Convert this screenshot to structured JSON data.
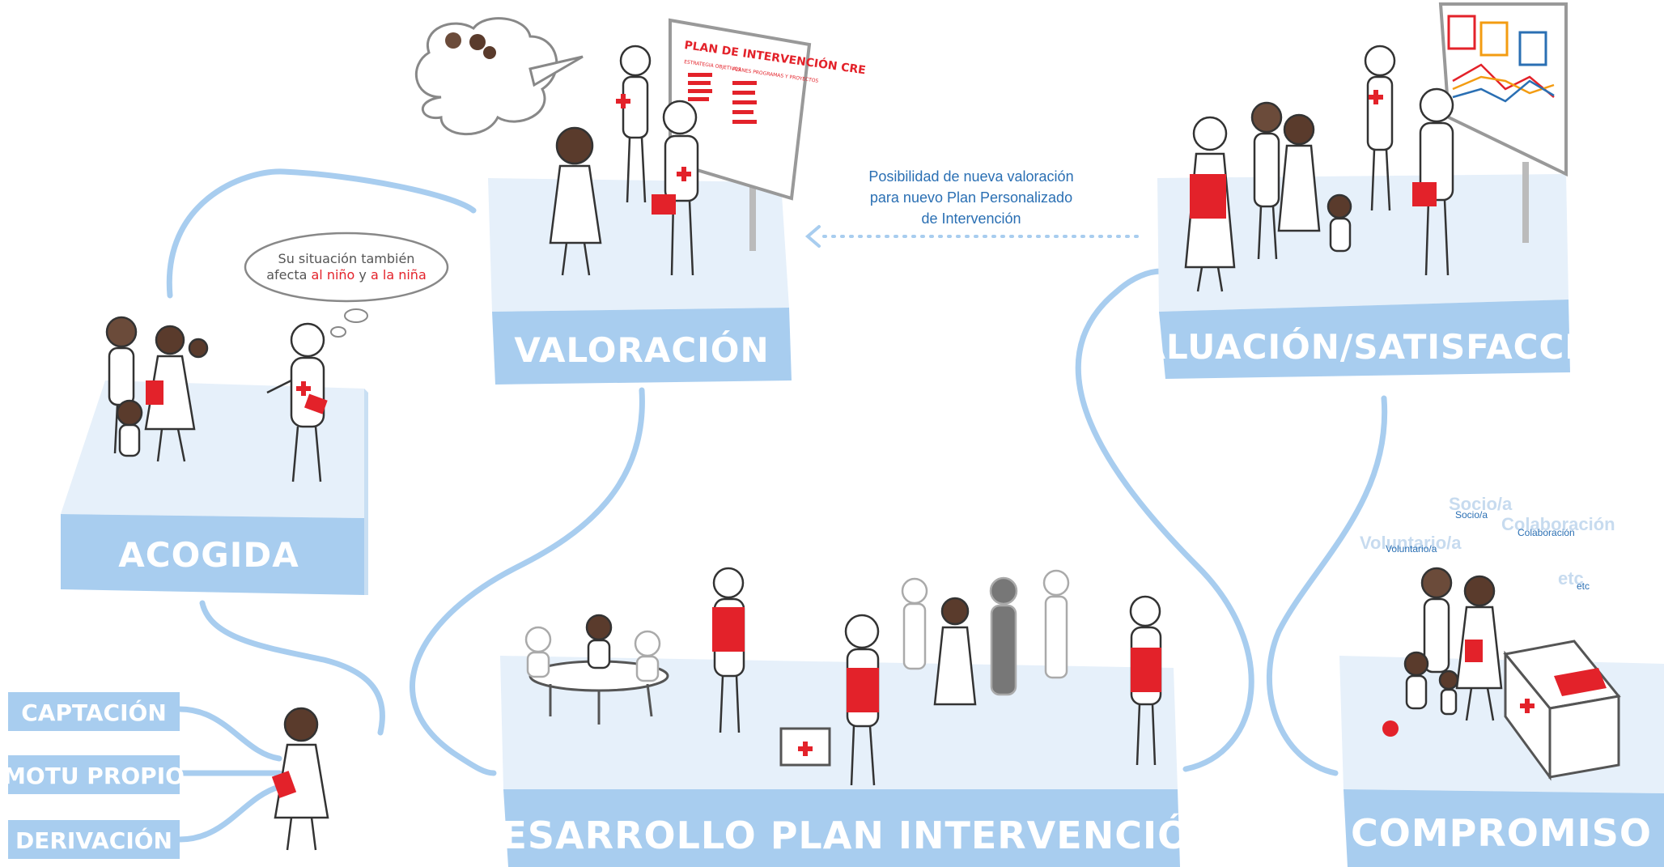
{
  "stages": {
    "acogida": "ACOGIDA",
    "valoracion": "VALORACIÓN",
    "evaluacion": "EVALUACIÓN/SATISFACCIÓN",
    "desarrollo": "DESARROLLO PLAN INTERVENCIÓN",
    "compromiso": "COMPROMISO"
  },
  "sources": [
    "CAPTACIÓN",
    "MOTU PROPIO",
    "DERIVACIÓN"
  ],
  "note": {
    "line1": "Posibilidad de nueva valoración",
    "line2": "para nuevo Plan Personalizado",
    "line3": "de Intervención"
  },
  "speech_bubble": {
    "line1": "Su situación también",
    "line2_prefix": "afecta ",
    "line2_red1": "al niño",
    "line2_mid": " y ",
    "line2_red2": "a la niña"
  },
  "board": {
    "title": "PLAN DE INTERVENCIÓN CRE",
    "col1": "ESTRATEGIA OBJETIVOS",
    "col2": "PLANES PROGRAMAS Y PROYECTOS"
  },
  "roles": {
    "socio_faint": "Socio/a",
    "socio": "Socio/a",
    "colaboracion_faint": "Colaboración",
    "colaboracion": "Colaboración",
    "voluntario_faint": "Voluntario/a",
    "voluntario": "Voluntario/a",
    "etc_faint": "etc",
    "etc": "etc"
  },
  "colors": {
    "platform_top": "#e6f0fa",
    "platform_front": "#a8cdef",
    "platform_side": "#c9dff3",
    "connector": "#a8cdef",
    "red_cross": "#e3222a",
    "note_blue": "#2a6fb3"
  },
  "icons": [
    "red-cross-icon",
    "person-icon",
    "thought-bubble-icon",
    "speech-bubble-icon",
    "plan-board-icon",
    "ballot-box-icon"
  ]
}
